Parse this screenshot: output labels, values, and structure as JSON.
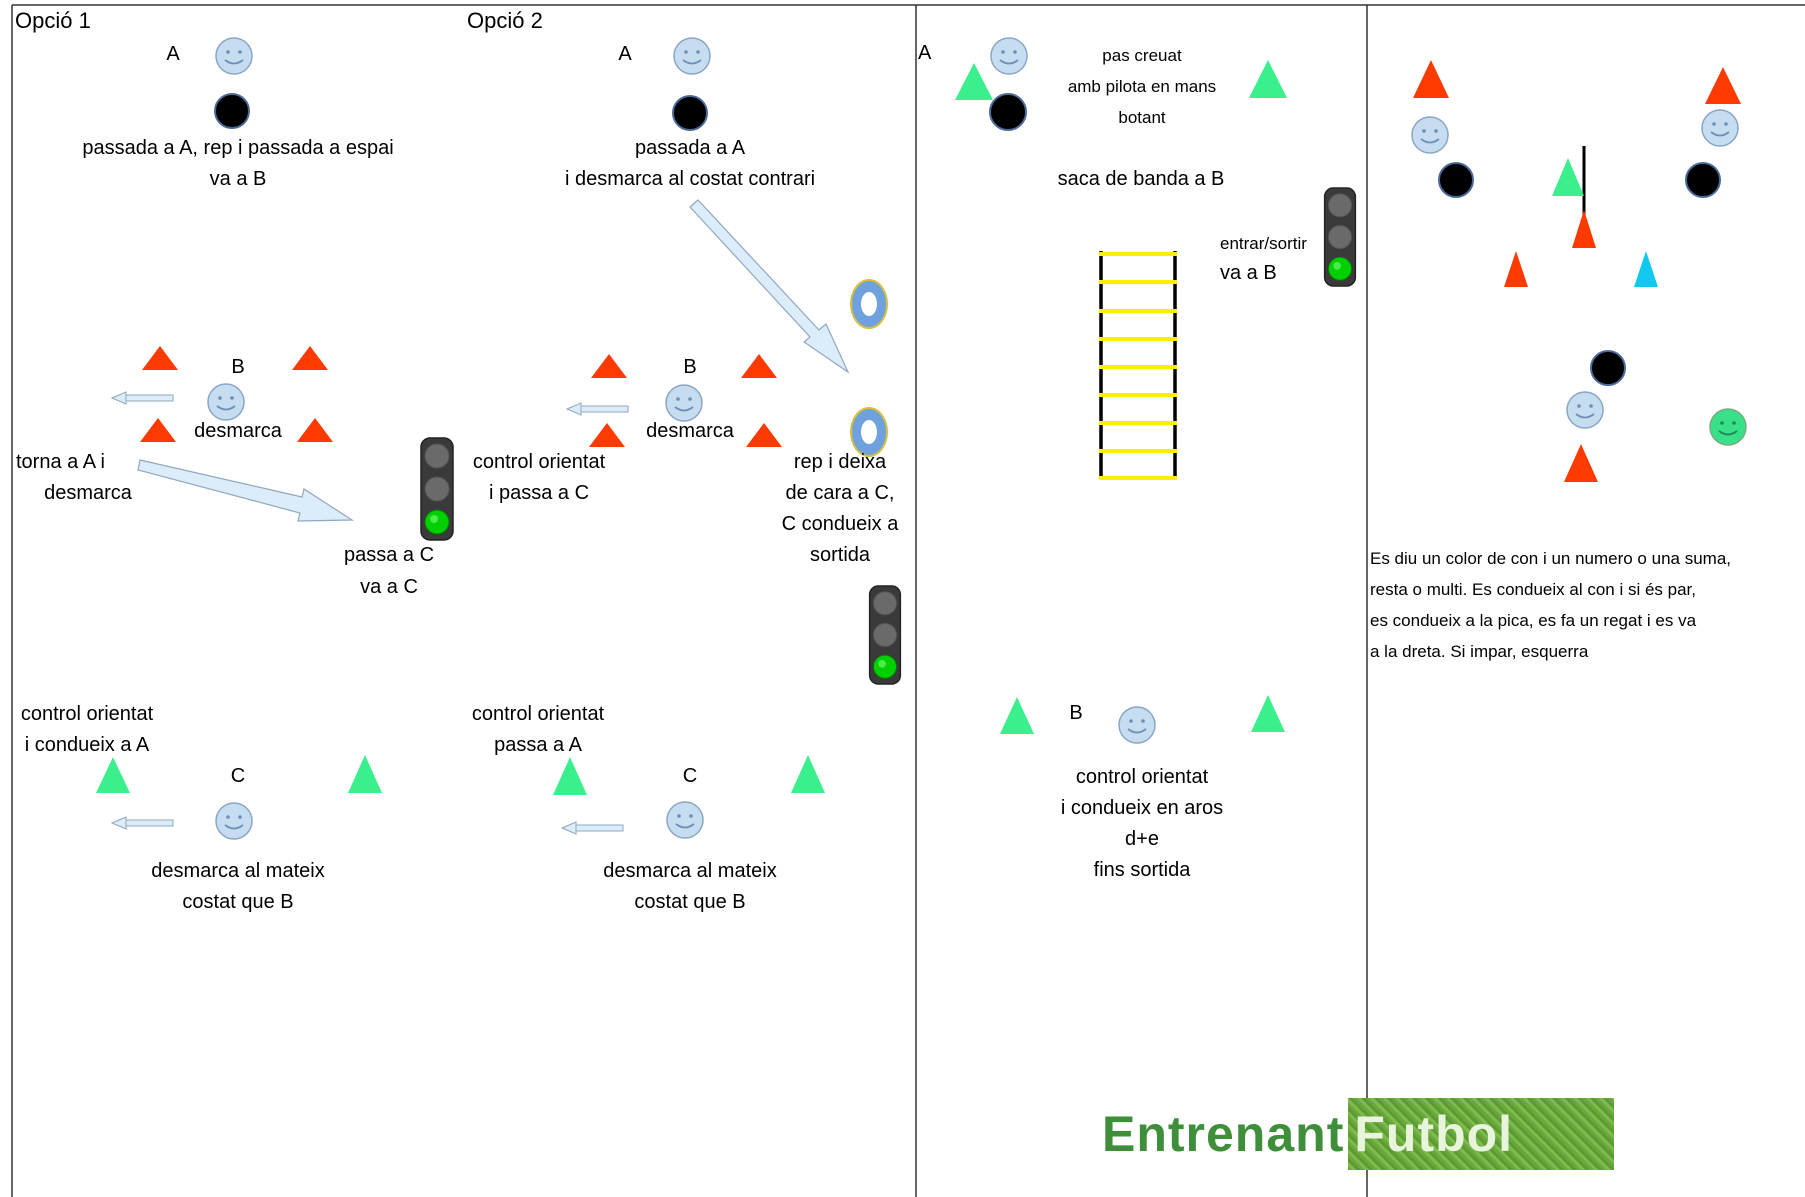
{
  "colors": {
    "frame": "#333333",
    "ball": "#000000",
    "face_blue": "#c6dcf0",
    "face_green": "#38e08a",
    "cone_red": "#ff3a00",
    "cone_green": "#3af08c",
    "cone_cyan": "#10c8f0",
    "arrow_fill": "#dcecf8",
    "arrow_stroke": "#8fa8c0",
    "ladder_rungs": "#ffee00",
    "hoop": "#6fa2dc"
  },
  "panel1": {
    "title": "Opció 1",
    "label_a": "A",
    "label_b": "B",
    "label_c": "C",
    "text_pass": [
      "passada a A, rep i passada a espai",
      "va a B"
    ],
    "text_b_desmarca": "desmarca",
    "text_torna": [
      "torna a A i",
      "desmarca"
    ],
    "text_passa_c": [
      "passa a C",
      "va a C"
    ],
    "text_control": [
      "control orientat",
      "i condueix a A"
    ],
    "text_desmarca_c": [
      "desmarca al mateix",
      "costat que B"
    ]
  },
  "panel2": {
    "title": "Opció 2",
    "label_a": "A",
    "label_b": "B",
    "label_c": "C",
    "text_pass": [
      "passada a A",
      "i desmarca al costat contrari"
    ],
    "text_b_desmarca": "desmarca",
    "text_control_b": [
      "control orientat",
      "i passa a C"
    ],
    "text_rep": [
      "rep i deixa",
      "de cara a C,",
      "C condueix a",
      "sortida"
    ],
    "text_control_c": [
      "control orientat",
      "passa a A"
    ],
    "text_desmarca_c": [
      "desmarca al mateix",
      "costat que B"
    ]
  },
  "panel3": {
    "label_a": "A",
    "label_b": "B",
    "text_pas": [
      "pas creuat",
      "amb pilota en mans",
      "botant"
    ],
    "text_saca": "saca de banda a B",
    "text_entrar": [
      "entrar/sortir",
      "va a B"
    ],
    "text_control": [
      "control orientat",
      "i condueix en aros",
      "d+e",
      "fins sortida"
    ]
  },
  "panel4": {
    "text_rules": [
      "Es diu un color de con i un numero o una suma,",
      "resta o multi. Es condueix al con i si és par,",
      "es condueix a la pica, es fa un regat i es va",
      "a la dreta. Si impar, esquerra"
    ]
  },
  "logo": {
    "part1": "Entrenant",
    "part2": "Futbol"
  }
}
